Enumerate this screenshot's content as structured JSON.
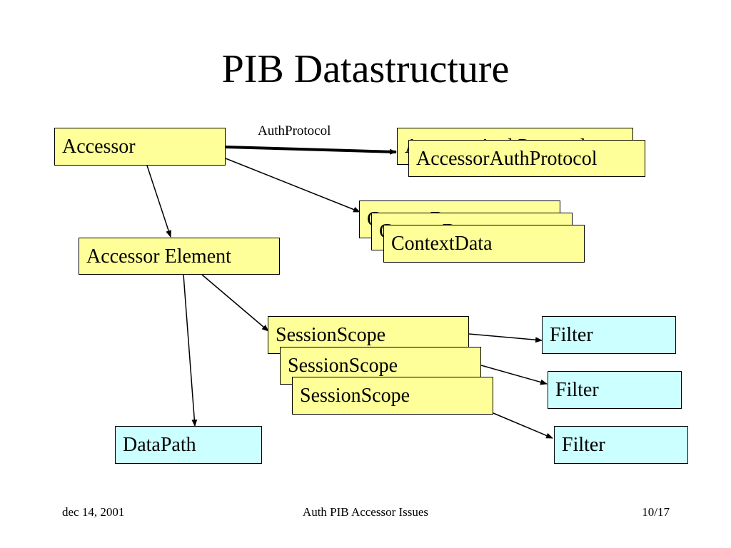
{
  "slide": {
    "title": "PIB Datastructure",
    "diagram": {
      "accessor": "Accessor",
      "accessor_element": "Accessor Element",
      "edge_label": "AuthProtocol",
      "accessor_auth_protocol_stack": [
        "AccessorAuthProtocol",
        "AccessorAuthProtocol"
      ],
      "context_data_stack": [
        "ContextData",
        "ContextData",
        "ContextData"
      ],
      "session_scope_stack": [
        "SessionScope",
        "SessionScope",
        "SessionScope"
      ],
      "filters": [
        "Filter",
        "Filter",
        "Filter"
      ],
      "data_path": "DataPath"
    },
    "footer": {
      "date": "dec 14, 2001",
      "center": "Auth PIB Accessor Issues",
      "page": "10/17"
    }
  }
}
